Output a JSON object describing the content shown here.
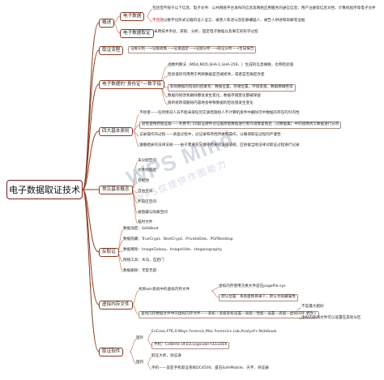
{
  "root": "电子数据取证技术",
  "watermark": {
    "title": "WPS Mind",
    "subtitle": "WPS仅提供作图能力"
  },
  "branches": {
    "overview": {
      "label": "概述",
      "sub": [
        {
          "label": "电子数据",
          "items": [
            "包括但不限于以下信息、电子文件：公共网络平台发布的信息及网络应用服务的通信信息；用户注册等信息文档、计算机程序等电子文件",
            {
              "prefix": "不包括",
              "rest": "以数字化形式记载的证人证言、被害人陈述以及犯罪嫌疑人、被告人供述和辩解等证据"
            }
          ]
        },
        {
          "label": "电子数据取证",
          "items": [
            "采用技术手段，获取、分析、固定电子数据以及事实的科学过程"
          ]
        }
      ]
    },
    "flow": {
      "label": "取证流程",
      "text": "证据识别—→证据收集—→证据固定—→证据分析—→取证分析—→生成报告"
    },
    "hash": {
      "label": "电子数据的“身份证”—数字指",
      "items": [
        "函数判算法（MD4,MD5,SHA-1,SHA-256...）生成的信息摘要，也称检验值",
        "检验值的作用用于判断数据是否被修改，或者是否确定改变",
        "影响数据的检验的因素有：数据位置，存储位置，环境变量，数据精确性等",
        "数据的修改和删除都会发生变化，数据存储变化都被保留",
        "随的修改或删除内容将会导致数据的检验值发生变化"
      ]
    },
    "principles": {
      "label": "四大基本原则",
      "items": [
        "不损害——任何情况人员不能采取任何实质措施损人不计算机发件中删除可中数据的存在的引内性",
        "避免使用原始证据——利用专门的取证硬件对证据原始数据进行制作镜像复制后（对数据集）中的镜像拷贝数据进行分析",
        "记录操作的过程——调查过程中，过记录和存档所做的操作，以确保取证过程的严谨性",
        "遵循相关的法律法规——由于需要充分遵守相关的法律法规，应依据当地法律对取证过程进行记录"
      ]
    },
    "concepts": {
      "label": "常见基本概念",
      "items": [
        "未分配空间",
        "文件残留区",
        "卷松弛",
        "自由空间",
        "坏扇区空间",
        "被隐藏与隐蔽空间",
        "临时文件"
      ]
    },
    "anti": {
      "label": "反取证",
      "items": [
        "数据加密：SafeBoot",
        "数据隐藏：TrueCrypt、BestCrypt、PrivateDisk、PGPDesktop",
        "数据擦除：ImageGalaxy、ImageHide、steganography",
        "网络工具：木马、自启门",
        "数据删除：无影无踪"
      ]
    },
    "vm": {
      "label": "虚拟内存文件",
      "items": [
        "找到win系统中的虚拟内存文件",
        "查找内存数据文件中的虚拟内存文件——系统—高级系统设置—高级—性能—设置—高级—虚拟内存 更改>"
      ],
      "right": [
        "虚拟内存使用交换文件是在pagefile.sys",
        "默认位置：系统盘根目录下，默认为隐藏属性",
        "虚拟内存的文件可以设置在其他分区"
      ],
      "note": "不是最大越好"
    },
    "tools": {
      "label": "取证软件",
      "groups": [
        {
          "label": "国外",
          "items": [
            "EnCase,FTK,X-Ways Forensic,Mac Forensics Lab,Analyst's Notebook",
            "手机：CelBrite UFED,Logicube-CELLDEK"
          ]
        },
        {
          "label": "国内",
          "items": [
            "取证大师，效证通",
            "手机——美亚手机取证系统DC4500、盘石SafeMobile、天宇、效证器"
          ]
        }
      ]
    }
  }
}
